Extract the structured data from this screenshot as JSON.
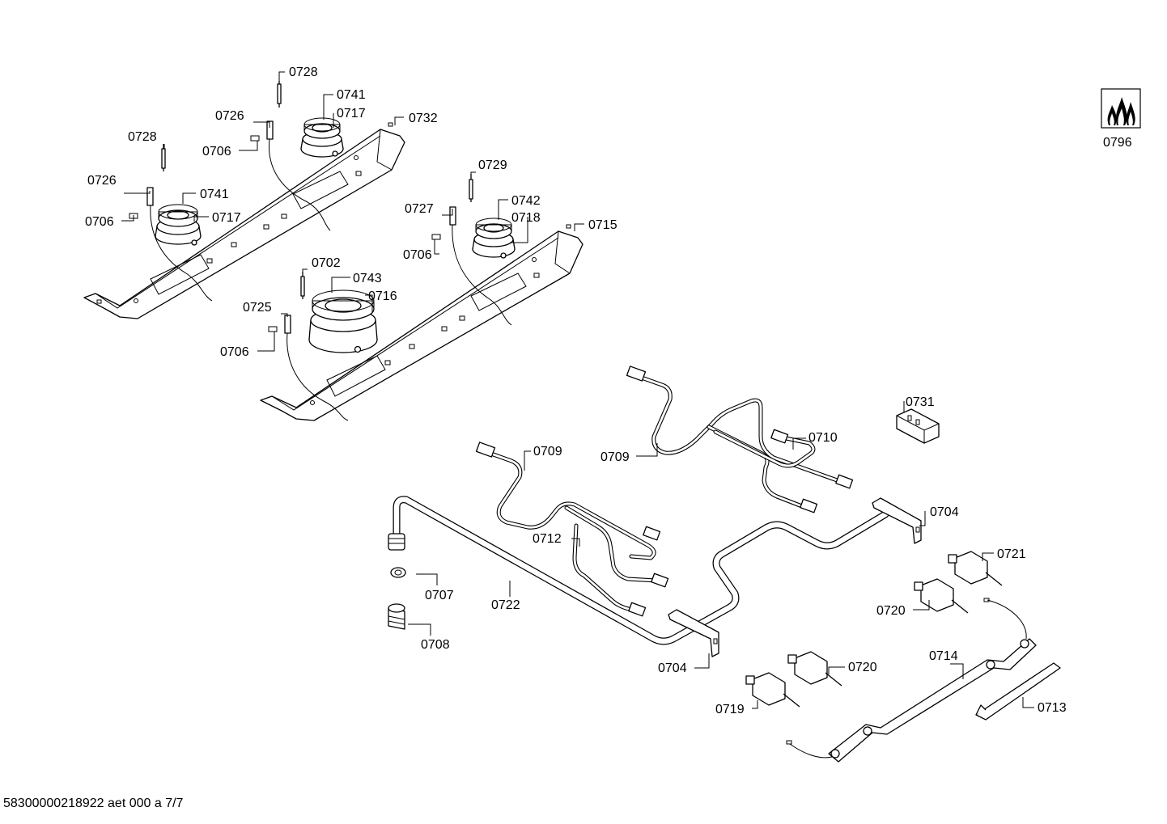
{
  "footer": {
    "document_code": "58300000218922 aet 000 a 7/7"
  },
  "part_labels": {
    "p0728a": "0728",
    "p0741a": "0741",
    "p0717a": "0717",
    "p0726a": "0726",
    "p0732": "0732",
    "p0706a": "0706",
    "p0728b": "0728",
    "p0726b": "0726",
    "p0741b": "0741",
    "p0717b": "0717",
    "p0706b": "0706",
    "p0729": "0729",
    "p0742": "0742",
    "p0727": "0727",
    "p0718": "0718",
    "p0715": "0715",
    "p0706c": "0706",
    "p0702": "0702",
    "p0743": "0743",
    "p0716": "0716",
    "p0725": "0725",
    "p0706d": "0706",
    "p0796": "0796",
    "p0731": "0731",
    "p0709a": "0709",
    "p0709b": "0709",
    "p0710": "0710",
    "p0704a": "0704",
    "p0712": "0712",
    "p0721": "0721",
    "p0707": "0707",
    "p0722": "0722",
    "p0720a": "0720",
    "p0708": "0708",
    "p0704b": "0704",
    "p0714": "0714",
    "p0720b": "0720",
    "p0719": "0719",
    "p0713": "0713"
  },
  "icon": {
    "name": "gas-flame-icon"
  }
}
